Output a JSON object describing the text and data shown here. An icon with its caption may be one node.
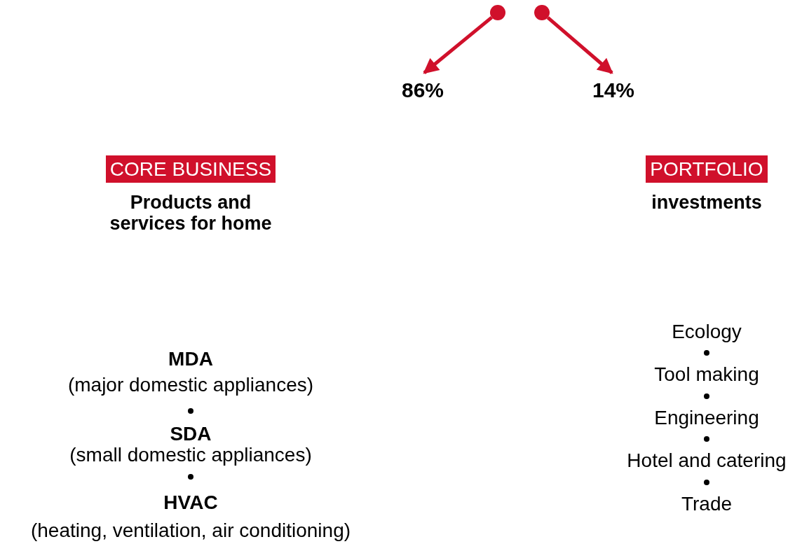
{
  "diagram": {
    "nodes": [
      {
        "text": [],
        "shape": "circle"
      },
      {
        "text": [],
        "shape": "circle"
      },
      {
        "text": [
          "86%"
        ]
      },
      {
        "text": [
          "14%"
        ]
      },
      {
        "text": [
          "CORE BUSINESS",
          "Products and services for home"
        ]
      },
      {
        "text": [
          "PORTFOLIO",
          "investments"
        ]
      }
    ],
    "edges": [
      {
        "from": 0,
        "to": 2,
        "arrow": "to"
      },
      {
        "from": 1,
        "to": 3,
        "arrow": "to"
      }
    ],
    "labels": [
      "MDA",
      "(major domestic appliances)",
      "SDA",
      "(small domestic appliances)",
      "HVAC",
      "(heating, ventilation, air conditioning)",
      "Ecology",
      "Tool making",
      "Engineering",
      "Hotel and catering",
      "Trade"
    ]
  }
}
